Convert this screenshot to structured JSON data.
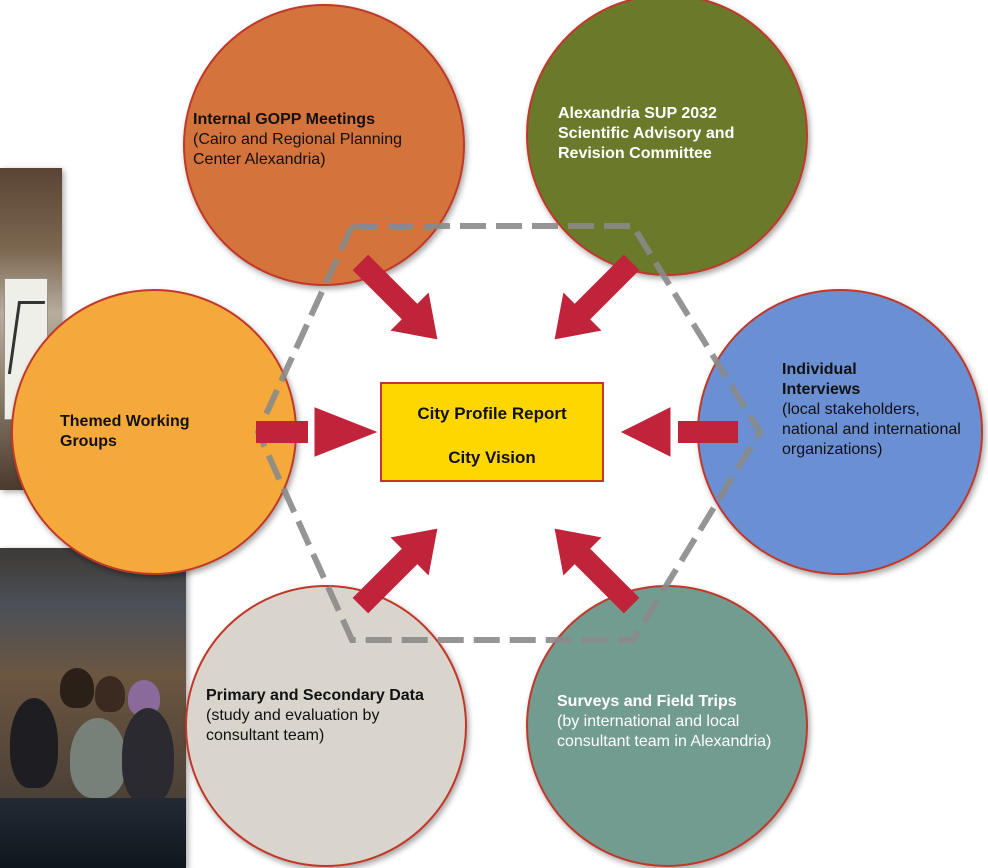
{
  "center": {
    "line1": "City Profile Report",
    "line2": "City Vision"
  },
  "nodes": [
    {
      "id": "internal-gopp",
      "title": "Internal GOPP Meetings",
      "sub": "(Cairo and Regional Planning Center Alexandria)",
      "color": "#d4733a"
    },
    {
      "id": "advisory",
      "title": "Alexandria SUP 2032 Scientific Advisory and Revision Committee",
      "sub": "",
      "color": "#6b7a2a"
    },
    {
      "id": "interviews",
      "title": "Individual Interviews",
      "sub": "(local stakeholders, national and international organizations)",
      "color": "#6a8fd2"
    },
    {
      "id": "surveys",
      "title": "Surveys and Field Trips",
      "sub": "(by international and local consultant team in Alexandria)",
      "color": "#739c91"
    },
    {
      "id": "data",
      "title": "Primary and Secondary Data",
      "sub": "(study and evaluation by consultant team)",
      "color": "#d9d4cc"
    },
    {
      "id": "themed",
      "title": "Themed Working Groups",
      "sub": "",
      "color": "#f5a93a"
    }
  ],
  "colors": {
    "arrow": "#c0243a",
    "hexagon": "#8a8a8a",
    "circle_border": "#c0392b",
    "center_fill": "#ffd700"
  }
}
